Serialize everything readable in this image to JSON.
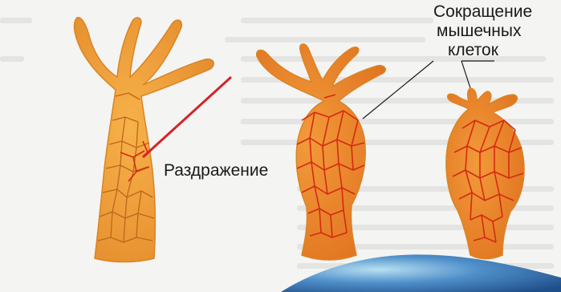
{
  "labels": {
    "irritation": "Раздражение",
    "contraction_line1": "Сокращение",
    "contraction_line2": "мышечных",
    "contraction_line3": "клеток"
  },
  "colors": {
    "background_text": "#e2e2e0",
    "hydra_body": "#f0a03a",
    "hydra_outline": "#d98425",
    "cell_network_light": "#c0651c",
    "cell_network_contracted": "#d42a12",
    "stimulus_line": "#d4232a",
    "callout_line": "#1a1a1a",
    "water_blob": "#4f8fc9"
  },
  "figures": [
    {
      "name": "hydra-relaxed",
      "state": "relaxed"
    },
    {
      "name": "hydra-partly-contracted",
      "state": "contracting"
    },
    {
      "name": "hydra-contracted",
      "state": "contracted"
    }
  ]
}
